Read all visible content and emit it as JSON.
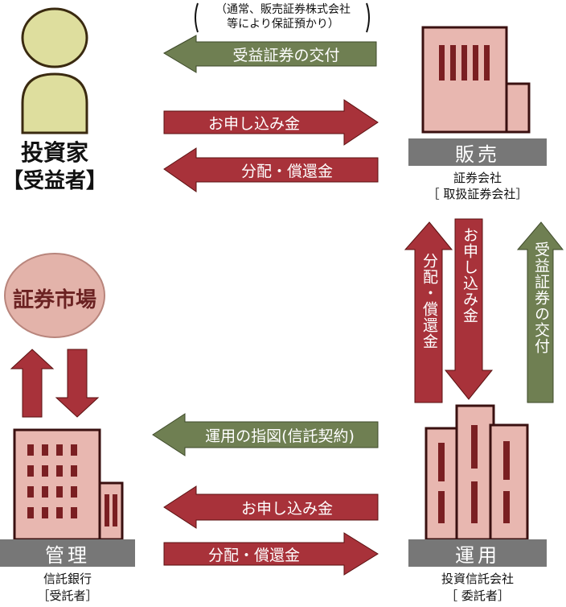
{
  "investor": {
    "title": "投資家",
    "subtitle": "【受益者】"
  },
  "market": {
    "label": "証券市場"
  },
  "sales": {
    "bar_label": "販売",
    "caption_line1": "証券会社",
    "caption_line2": "［ 取扱証券会社］"
  },
  "custody": {
    "bar_label": "管理",
    "caption_line1": "信託銀行",
    "caption_line2": "［受託者］"
  },
  "management": {
    "bar_label": "運用",
    "caption_line1": "投資信託会社",
    "caption_line2": "［ 委託者］"
  },
  "note": {
    "line1": "（通常、販売証券株式会社",
    "line2": "等により保証預かり）"
  },
  "arrows": {
    "certificate_delivery": "受益証券の交付",
    "subscription_top": "お申し込み金",
    "distribution_top": "分配・償還金",
    "vert_distribution": "分配・償還金",
    "vert_subscription": "お申し込み金",
    "vert_certificate": "受益証券の交付",
    "instruction": "運用の指図(信託契約)",
    "subscription_bottom": "お申し込み金",
    "distribution_bottom": "分配・償還金"
  },
  "colors": {
    "red_arrow": "#a8323a",
    "green_arrow": "#6f7f52",
    "building_fill": "#e8b7b0",
    "building_window": "#7a1f22",
    "person_fill": "#dede9e",
    "market_fill": "#e3b3aa",
    "gray_bar": "#777777"
  }
}
